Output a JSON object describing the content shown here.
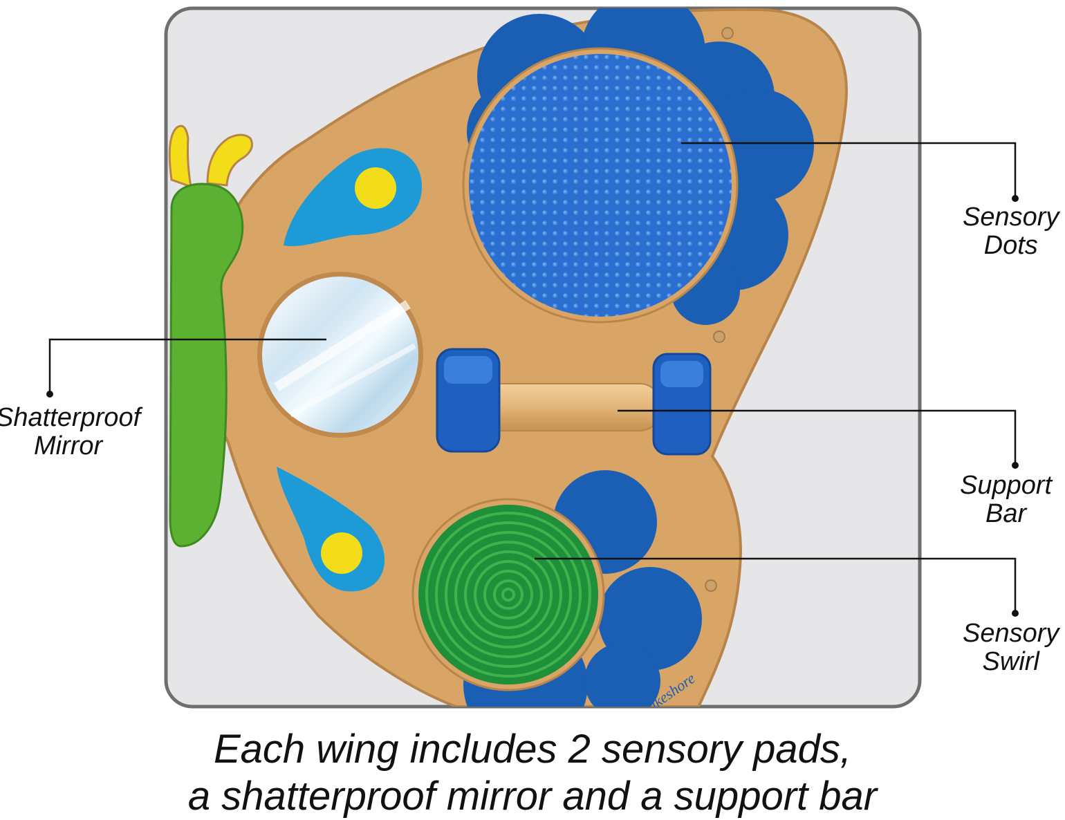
{
  "callouts": {
    "sensory_dots": {
      "line1": "Sensory",
      "line2": "Dots"
    },
    "shatterproof_mirror": {
      "line1": "Shatterproof",
      "line2": "Mirror"
    },
    "support_bar": {
      "line1": "Support",
      "line2": "Bar"
    },
    "sensory_swirl": {
      "line1": "Sensory",
      "line2": "Swirl"
    }
  },
  "caption": {
    "line1": "Each wing includes 2 sensory pads,",
    "line2": "a shatterproof mirror and a support bar"
  },
  "brand_mark": "Lakeshore",
  "colors": {
    "wood": "#d9a566",
    "wood_edge": "#b8844a",
    "blue_petal": "#1a5fb4",
    "dots_pad": "#2a6fd0",
    "light_blue": "#1e9ad6",
    "yellow": "#f3dc1a",
    "green_body": "#5cb032",
    "swirl_pad": "#1f8f3a",
    "frame": "#6e6e6e",
    "backdrop": "#e6e6e9"
  }
}
